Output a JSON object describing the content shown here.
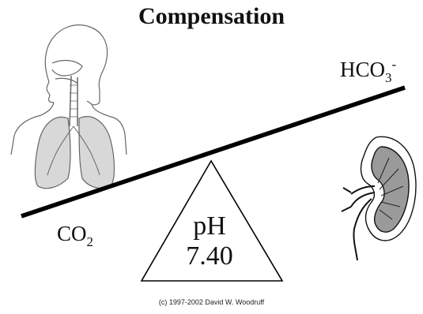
{
  "title": "Compensation",
  "left_label": {
    "main": "CO",
    "sub": "2"
  },
  "right_label": {
    "main": "HCO",
    "sub": "3",
    "sup": "-"
  },
  "fulcrum": {
    "label": "pH",
    "value": "7.40"
  },
  "copyright": "(c) 1997-2002 David W. Woodruff",
  "icons": [
    "respiratory-system-icon",
    "kidney-icon"
  ]
}
